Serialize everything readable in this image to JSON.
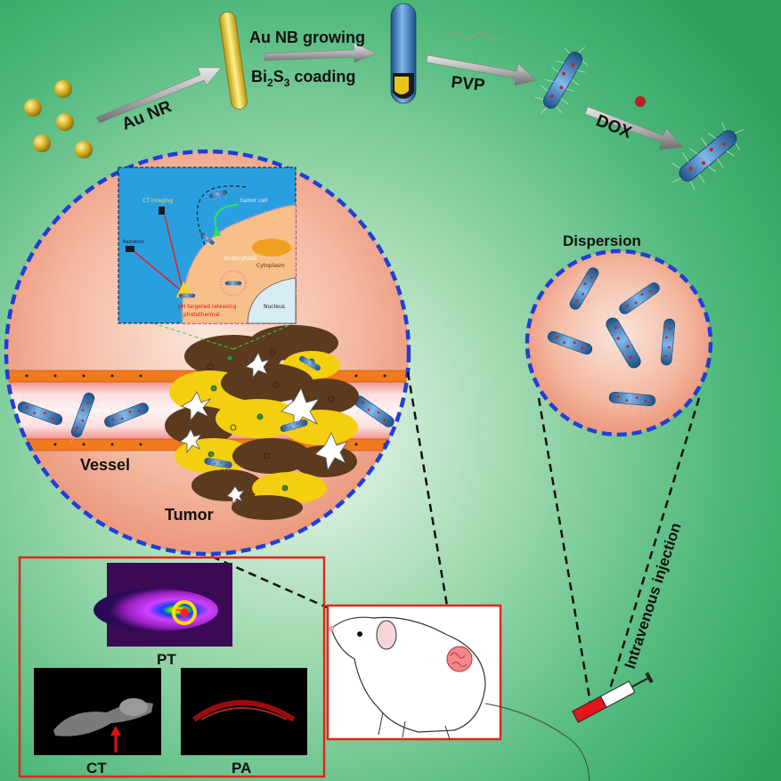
{
  "synthesis": {
    "step1": "Au NR",
    "step2_line1": "Au NB growing",
    "step2_line2_prefix": "Bi",
    "step2_line2_sub1": "2",
    "step2_line2_mid": "S",
    "step2_line2_sub2": "3",
    "step2_line2_suffix": " coading",
    "step3": "PVP",
    "step4": "DOX"
  },
  "circle_labels": {
    "dispersion": "Dispersion",
    "vessel": "Vessel",
    "tumor": "Tumor",
    "injection": "Intravenous injection"
  },
  "inset": {
    "ct_imaging": "CT imaging",
    "tumor_cell": "tumor cell",
    "endocytosis": "Endocytosis",
    "cytoplasm": "Cytoplasm",
    "nucleus": "Nucleus",
    "radiation": "Radiation",
    "release_line1": "pH targeted releasing",
    "release_line2": "photothermal"
  },
  "imaging": {
    "pt": "PT",
    "ct": "CT",
    "pa": "PA"
  },
  "colors": {
    "background": "#3db06e",
    "circle_border": "#1f3fd6",
    "panel_border": "#e0281c",
    "nanorod_blue": "#3f82c4",
    "gold": "#d9b52a",
    "tumor_brown": "#5b3a1e",
    "tumor_yellow": "#f3cf10"
  }
}
